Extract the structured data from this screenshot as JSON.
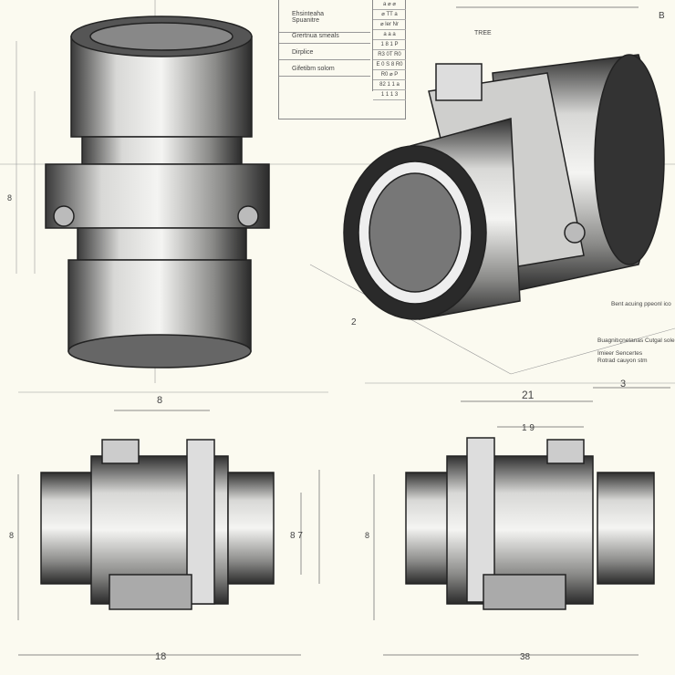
{
  "title_block": {
    "lines": [
      "Ehsinteaha",
      "Spuanitre",
      "Grertnua smeals",
      "Dirplice",
      "Gifetibm solom"
    ],
    "cells": [
      "a ⌀ ⌀",
      "⌀ TT a",
      "⌀ ler Nr",
      "a a a",
      "1 8 1 P",
      "R3 0T R0",
      "E 0 S 8 R0",
      "R0 ⌀ P",
      "82 1 1 a",
      "1 1 1 3"
    ]
  },
  "notes": {
    "note1": "Bent acuing ppeonl ico",
    "note2": "Buagnitıçnetanas Cutgal sole",
    "note3": "Imieer Sencertes",
    "note4": "Rotrad cauyon stm"
  },
  "dimensions": {
    "top_tree": "TREE",
    "top_b": "B",
    "iso_2": "2",
    "left_8": "8",
    "left_18": "18",
    "left_87": "8 7",
    "right_21": "21",
    "right_3": "3",
    "right_19": "1 9",
    "right_38": "38",
    "side_8a": "8",
    "side_8b": "8",
    "side_8c": "8"
  },
  "colors": {
    "paper": "#fbfaf0",
    "ink": "#2a2a2a",
    "metal_light": "#e8e8e6",
    "metal_dark": "#3a3a3a"
  }
}
